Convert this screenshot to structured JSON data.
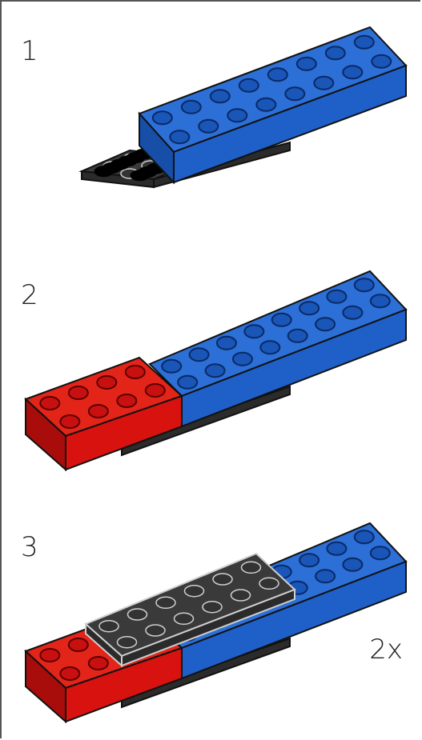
{
  "steps": [
    {
      "number": "1"
    },
    {
      "number": "2"
    },
    {
      "number": "3",
      "multiplier": "2x"
    }
  ],
  "colors": {
    "blue": "#1f5fc8",
    "blue_top": "#2c6fd6",
    "blue_side": "#164ea8",
    "red": "#d8120f",
    "red_top": "#e32418",
    "red_side": "#a80d0b",
    "black": "#2b2b2b",
    "black_top": "#3a3a3a",
    "outline": "#111111",
    "stud_outline": "#cfcfcf"
  }
}
